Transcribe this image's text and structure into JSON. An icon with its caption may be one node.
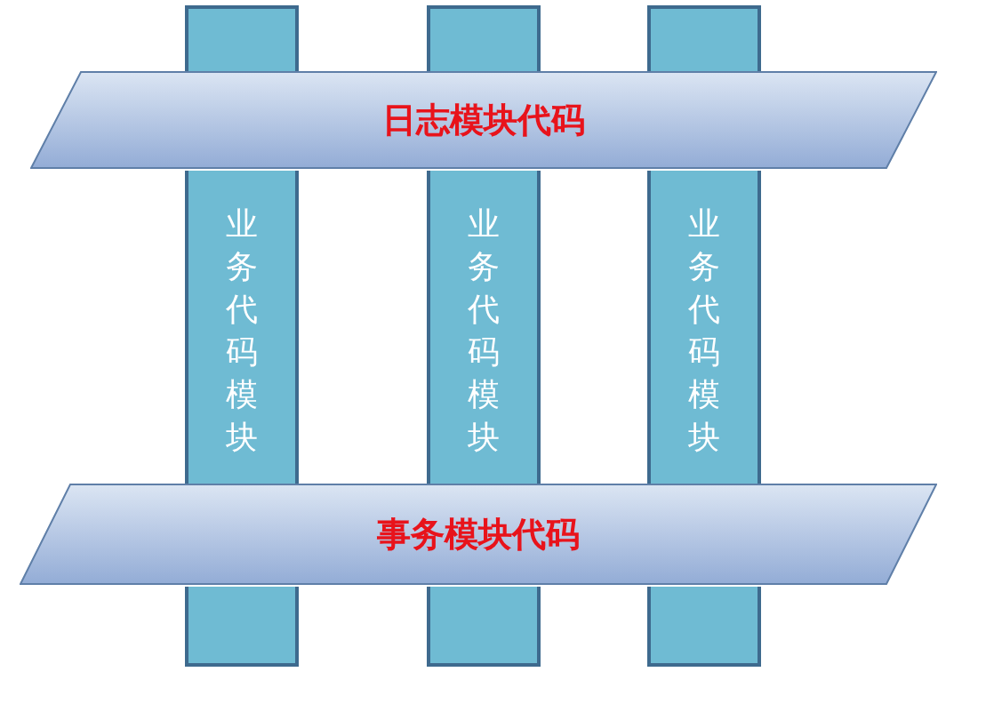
{
  "diagram": {
    "nodes": [
      {
        "text": [
          "日志模块代码"
        ]
      },
      {
        "text": [
          "业务代码模块"
        ]
      },
      {
        "text": [
          "业务代码模块"
        ]
      },
      {
        "text": [
          "业务代码模块"
        ]
      },
      {
        "text": [
          "事务模块代码"
        ]
      }
    ]
  }
}
